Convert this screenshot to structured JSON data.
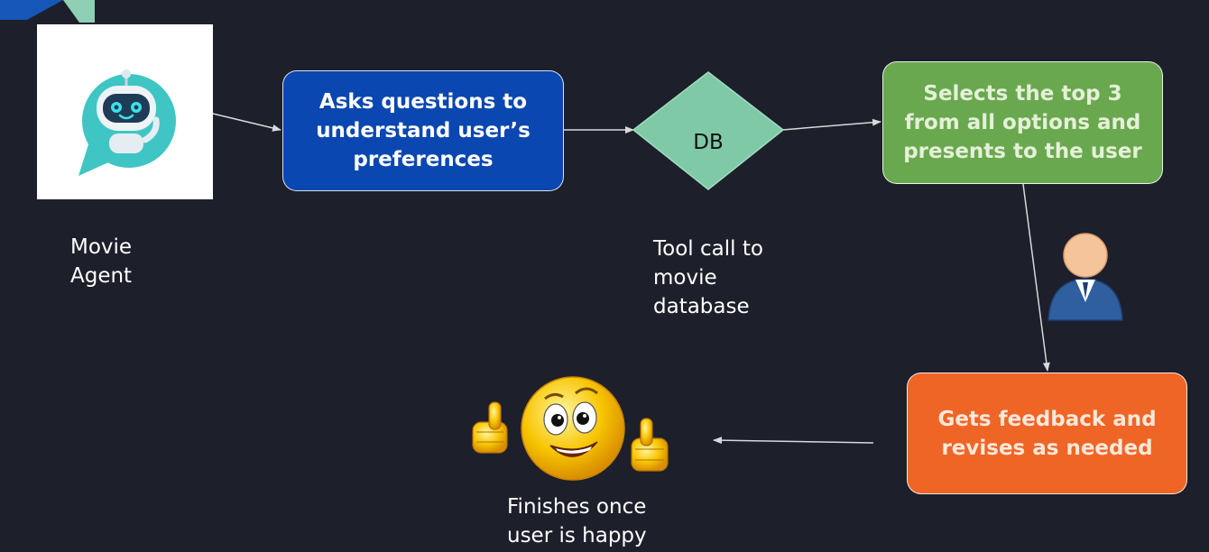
{
  "agent": {
    "label_lines": [
      "Movie",
      "Agent"
    ]
  },
  "step_ask": {
    "lines": [
      "Asks questions to",
      "understand user’s",
      "preferences"
    ],
    "color": "#0b47b0"
  },
  "db": {
    "label": "DB",
    "caption_lines": [
      "Tool call to",
      "movie",
      "database"
    ],
    "color": "#7fc9a7"
  },
  "step_select": {
    "lines": [
      "Selects the top 3",
      "from all options and",
      "presents to the user"
    ],
    "color": "#6aa84f",
    "text_color": "#e4f1d8"
  },
  "step_feedback": {
    "lines": [
      "Gets feedback and",
      "revises as needed"
    ],
    "color": "#ef6526",
    "text_color": "#fde8da"
  },
  "finish": {
    "caption_lines": [
      "Finishes once",
      "user is happy"
    ]
  },
  "icons": {
    "agent": "robot-chat-icon",
    "user": "user-avatar-icon",
    "happy": "thumbs-up-smiley-icon"
  }
}
